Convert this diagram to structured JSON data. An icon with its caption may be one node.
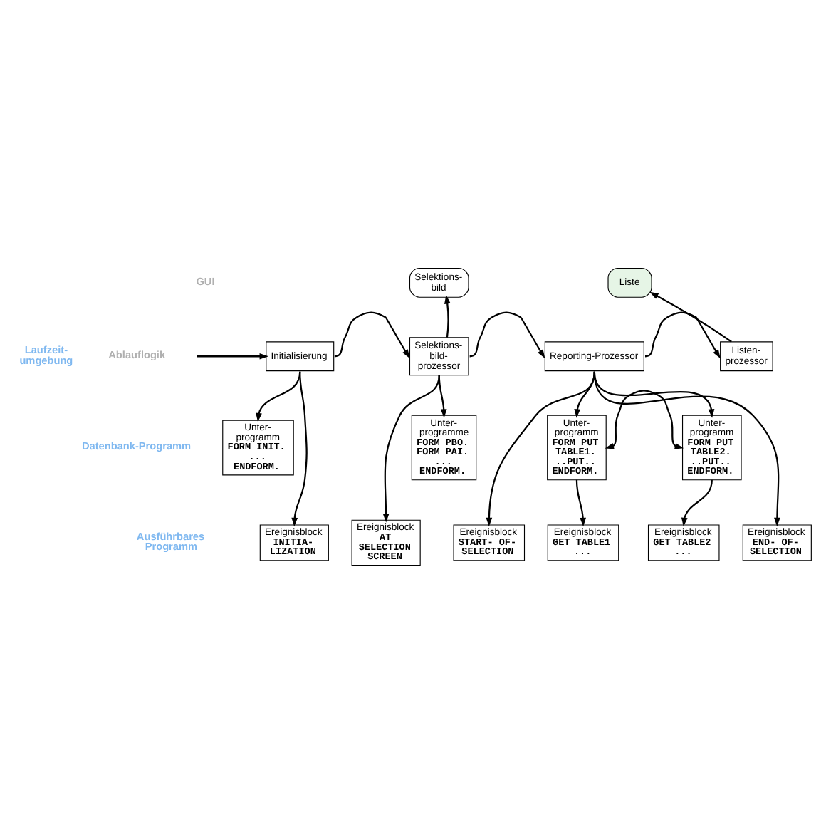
{
  "diagram": {
    "nodes": [
      {
        "text": [
          "Selektions- bild"
        ]
      },
      {
        "text": [
          "Liste"
        ]
      },
      {
        "text": [
          "Initialisierung"
        ]
      },
      {
        "text": [
          "Selektions- bild- prozessor"
        ]
      },
      {
        "text": [
          "Reporting-Prozessor"
        ]
      },
      {
        "text": [
          "Listen- prozessor"
        ]
      },
      {
        "text": [
          "Unter- programm",
          "FORM INIT. ... ENDFORM."
        ]
      },
      {
        "text": [
          "Unter- programme",
          "FORM PBO. FORM PAI. ... ENDFORM."
        ]
      },
      {
        "text": [
          "Unter- programm",
          "FORM PUT TABLE1. ..PUT.. ENDFORM."
        ]
      },
      {
        "text": [
          "Unter- programm",
          "FORM PUT TABLE2. ..PUT.. ENDFORM."
        ]
      },
      {
        "text": [
          "Ereignisblock",
          "INITIA- LIZATION"
        ]
      },
      {
        "text": [
          "Ereignisblock",
          "AT SELECTION SCREEN"
        ]
      },
      {
        "text": [
          "Ereignisblock",
          "START- OF- SELECTION"
        ]
      },
      {
        "text": [
          "Ereignisblock",
          "GET TABLE1 ..."
        ]
      },
      {
        "text": [
          "Ereignisblock",
          "GET TABLE2 ..."
        ]
      },
      {
        "text": [
          "Ereignisblock",
          "END- OF- SELECTION"
        ]
      }
    ],
    "edges": [
      {
        "from": null,
        "to": 2,
        "arrow": "to"
      },
      {
        "from": 2,
        "to": 3,
        "arrow": "to"
      },
      {
        "from": 3,
        "to": 0,
        "arrow": "to"
      },
      {
        "from": 3,
        "to": 4,
        "arrow": "to"
      },
      {
        "from": 4,
        "to": 5,
        "arrow": "to"
      },
      {
        "from": 5,
        "to": 1,
        "arrow": "to"
      },
      {
        "from": 2,
        "to": 6,
        "arrow": "to"
      },
      {
        "from": 2,
        "to": 10,
        "arrow": "to"
      },
      {
        "from": 3,
        "to": 7,
        "arrow": "to"
      },
      {
        "from": 3,
        "to": 11,
        "arrow": "to"
      },
      {
        "from": 4,
        "to": 12,
        "arrow": "to"
      },
      {
        "from": 4,
        "to": 8,
        "arrow": "to"
      },
      {
        "from": 4,
        "to": 9,
        "arrow": "to"
      },
      {
        "from": 4,
        "to": 15,
        "arrow": "to"
      },
      {
        "from": 8,
        "to": 9,
        "arrow": "both"
      },
      {
        "from": 8,
        "to": 13,
        "arrow": "to"
      },
      {
        "from": 9,
        "to": 14,
        "arrow": "to"
      }
    ],
    "labels": [
      "GUI",
      "Laufzeit- umgebung",
      "Ablauflogik",
      "Datenbank-Programm",
      "Ausführbares Programm"
    ]
  }
}
